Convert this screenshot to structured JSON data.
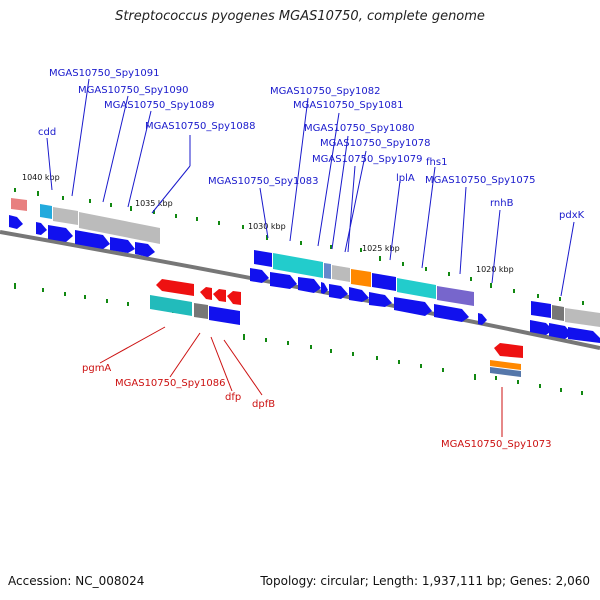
{
  "title": "Streptococcus pyogenes MGAS10750, complete genome",
  "footer": {
    "accession": "Accession: NC_008024",
    "topology": "Topology: circular; Length: 1,937,111 bp; Genes: 2,060"
  },
  "colors": {
    "forward_label": "#1a1acc",
    "reverse_label": "#cc1111",
    "backbone": "#777777",
    "gene_blue": "#1111ee",
    "gene_red": "#ee1111",
    "gene_cyan": "#22cccc",
    "gene_gray": "#bbbbbb",
    "gene_orange": "#ff8800",
    "gene_purple": "#7766cc",
    "tick_green": "#118811"
  },
  "ticks": [
    "1040 kbp",
    "1035 kbp",
    "1030 kbp",
    "1025 kbp",
    "1020 kbp"
  ],
  "forward_labels": [
    "cdd",
    "MGAS10750_Spy1091",
    "MGAS10750_Spy1090",
    "MGAS10750_Spy1089",
    "MGAS10750_Spy1088",
    "MGAS10750_Spy1083",
    "MGAS10750_Spy1082",
    "MGAS10750_Spy1081",
    "MGAS10750_Spy1080",
    "MGAS10750_Spy1078",
    "MGAS10750_Spy1079",
    "lplA",
    "fhs1",
    "MGAS10750_Spy1075",
    "rnhB",
    "pdxK"
  ],
  "reverse_labels": [
    "pgmA",
    "MGAS10750_Spy1086",
    "dfp",
    "dpfB",
    "MGAS10750_Spy1073"
  ]
}
